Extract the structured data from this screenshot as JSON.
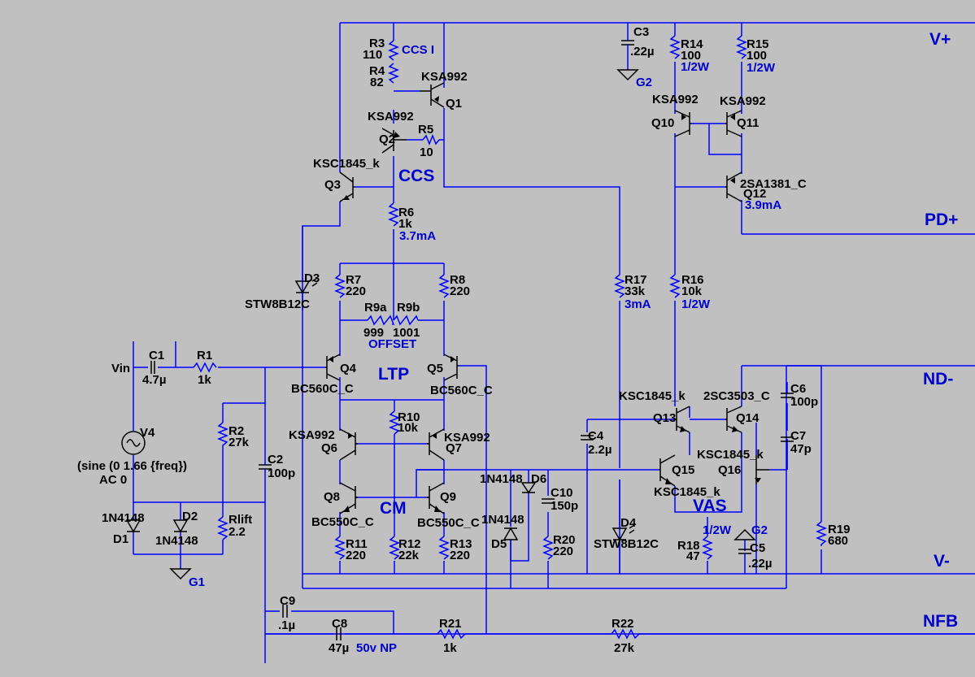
{
  "ports": {
    "vplus": "V+",
    "pdplus": "PD+",
    "ndminus": "ND-",
    "vminus": "V-",
    "nfb": "NFB",
    "vin": "Vin"
  },
  "sections": {
    "ccs_i": "CCS I",
    "ccs": "CCS",
    "ltp": "LTP",
    "offset": "OFFSET",
    "cm": "CM",
    "vas": "VAS"
  },
  "parts": {
    "R3": {
      "name": "R3",
      "value": "110"
    },
    "R4": {
      "name": "R4",
      "value": "82"
    },
    "R5": {
      "name": "R5",
      "value": "10"
    },
    "R6": {
      "name": "R6",
      "value": "1k",
      "note": "3.7mA"
    },
    "R7": {
      "name": "R7",
      "value": "220"
    },
    "R8": {
      "name": "R8",
      "value": "220"
    },
    "R9a": {
      "name": "R9a",
      "value": "999"
    },
    "R9b": {
      "name": "R9b",
      "value": "1001"
    },
    "R10": {
      "name": "R10",
      "value": "10k"
    },
    "R11": {
      "name": "R11",
      "value": "220"
    },
    "R12": {
      "name": "R12",
      "value": "22k"
    },
    "R13": {
      "name": "R13",
      "value": "220"
    },
    "R14": {
      "name": "R14",
      "value": "100",
      "note": "1/2W"
    },
    "R15": {
      "name": "R15",
      "value": "100",
      "note": "1/2W"
    },
    "R16": {
      "name": "R16",
      "value": "10k",
      "note": "1/2W"
    },
    "R17": {
      "name": "R17",
      "value": "33k",
      "note": "3mA"
    },
    "R18": {
      "name": "R18",
      "value": "47",
      "note": "1/2W"
    },
    "R19": {
      "name": "R19",
      "value": "680"
    },
    "R20": {
      "name": "R20",
      "value": "220"
    },
    "R21": {
      "name": "R21",
      "value": "1k"
    },
    "R22": {
      "name": "R22",
      "value": "27k"
    },
    "R1": {
      "name": "R1",
      "value": "1k"
    },
    "R2": {
      "name": "R2",
      "value": "27k"
    },
    "Rlift": {
      "name": "Rlift",
      "value": "2.2"
    },
    "C1": {
      "name": "C1",
      "value": "4.7µ"
    },
    "C2": {
      "name": "C2",
      "value": "100p"
    },
    "C3": {
      "name": "C3",
      "value": ".22µ"
    },
    "C4": {
      "name": "C4",
      "value": "2.2µ"
    },
    "C5": {
      "name": "C5",
      "value": ".22µ"
    },
    "C6": {
      "name": "C6",
      "value": "100p"
    },
    "C7": {
      "name": "C7",
      "value": "47p"
    },
    "C8": {
      "name": "C8",
      "value": "47µ",
      "note": "50v NP"
    },
    "C9": {
      "name": "C9",
      "value": ".1µ"
    },
    "C10": {
      "name": "C10",
      "value": "150p"
    },
    "Q1": {
      "name": "Q1",
      "model": "KSA992"
    },
    "Q2": {
      "name": "Q2",
      "model": "KSA992"
    },
    "Q3": {
      "name": "Q3",
      "model": "KSC1845_k"
    },
    "Q4": {
      "name": "Q4",
      "model": "BC560C_C"
    },
    "Q5": {
      "name": "Q5",
      "model": "BC560C_C"
    },
    "Q6": {
      "name": "Q6",
      "model": "KSA992"
    },
    "Q7": {
      "name": "Q7",
      "model": "KSA992"
    },
    "Q8": {
      "name": "Q8",
      "model": "BC550C_C"
    },
    "Q9": {
      "name": "Q9",
      "model": "BC550C_C"
    },
    "Q10": {
      "name": "Q10",
      "model": "KSA992"
    },
    "Q11": {
      "name": "Q11",
      "model": "KSA992"
    },
    "Q12": {
      "name": "Q12",
      "model": "2SA1381_C",
      "note": "3.9mA"
    },
    "Q13": {
      "name": "Q13",
      "model": "KSC1845_k"
    },
    "Q14": {
      "name": "Q14",
      "model": "2SC3503_C"
    },
    "Q15": {
      "name": "Q15",
      "model": "KSC1845_k"
    },
    "Q16": {
      "name": "Q16",
      "model": "KSC1845_k"
    },
    "D1": {
      "name": "D1",
      "model": "1N4148"
    },
    "D2": {
      "name": "D2",
      "model": "1N4148"
    },
    "D3": {
      "name": "D3",
      "model": "STW8B12C"
    },
    "D4": {
      "name": "D4",
      "model": "STW8B12C"
    },
    "D5": {
      "name": "D5",
      "model": "1N4148"
    },
    "D6": {
      "name": "D6",
      "model": "1N4148"
    },
    "V4": {
      "name": "V4",
      "spec": "(sine (0 1.66 {freq})",
      "ac": "AC 0"
    },
    "G1": {
      "name": "G1"
    },
    "G2a": {
      "name": "G2"
    },
    "G2b": {
      "name": "G2"
    }
  }
}
